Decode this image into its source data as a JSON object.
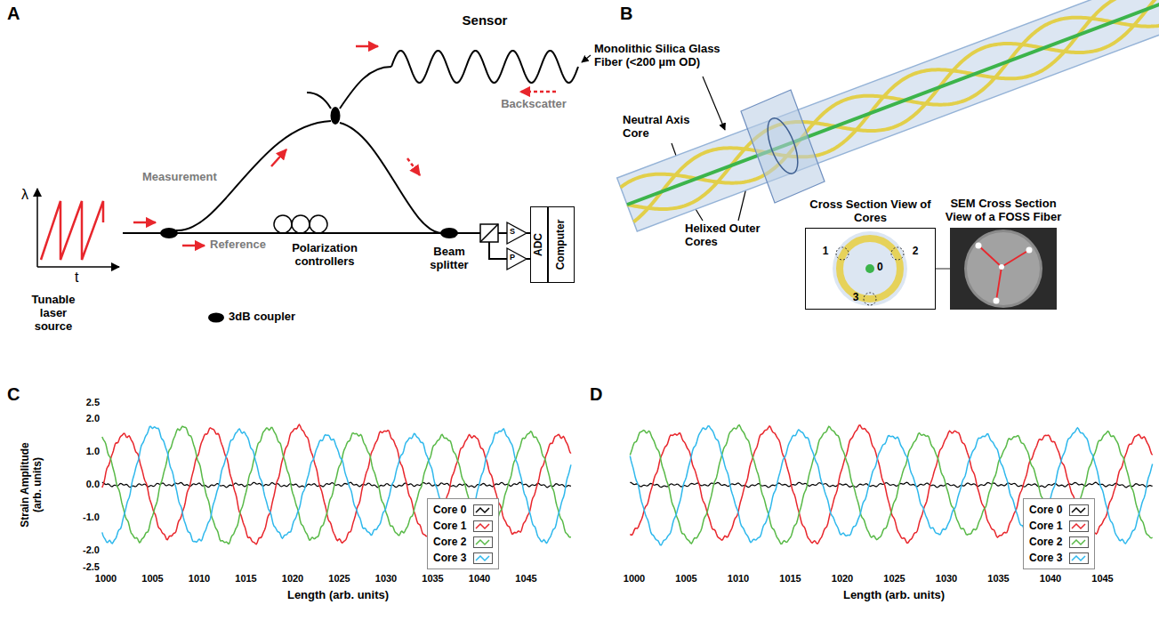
{
  "diagram": {
    "nodes": [
      {
        "text": [
          "ADC"
        ]
      },
      {
        "text": [
          "Computer"
        ]
      },
      {
        "text": [
          "Cross Section View of Cores"
        ]
      },
      {
        "text": [
          "SEM Cross Section View of a FOSS Fiber"
        ]
      }
    ],
    "edges": [
      {
        "from": 2,
        "to": 3,
        "arrow": "none"
      }
    ],
    "labels": [
      "A",
      "Sensor",
      "Monolithic Silica Glass Fiber (<200 µm OD)",
      "Backscatter",
      "Measurement",
      "Reference",
      "Polarization controllers",
      "Beam splitter",
      "S",
      "P",
      "3dB coupler",
      "λ",
      "t",
      "Tunable laser source",
      "B",
      "Neutral Axis Core",
      "Helixed Outer Cores",
      "1",
      "2",
      "0",
      "3",
      "C",
      "Strain Amplitude (arb. units)",
      "2.5",
      "2.0",
      "1.0",
      "0.0",
      "-1.0",
      "-2.0",
      "-2.5",
      "1000",
      "1005",
      "1010",
      "1015",
      "1020",
      "1025",
      "1030",
      "1035",
      "1040",
      "1045",
      "Length (arb. units)",
      "D",
      "1000",
      "1005",
      "1010",
      "1015",
      "1020",
      "1025",
      "1030",
      "1035",
      "1040",
      "1045",
      "Length (arb. units)"
    ],
    "legend": [
      {
        "text": "Core 0"
      },
      {
        "text": "Core 1"
      },
      {
        "text": "Core 2"
      },
      {
        "text": "Core 3"
      },
      {
        "text": "Core 0"
      },
      {
        "text": "Core 1"
      },
      {
        "text": "Core 2"
      },
      {
        "text": "Core 3"
      }
    ]
  }
}
